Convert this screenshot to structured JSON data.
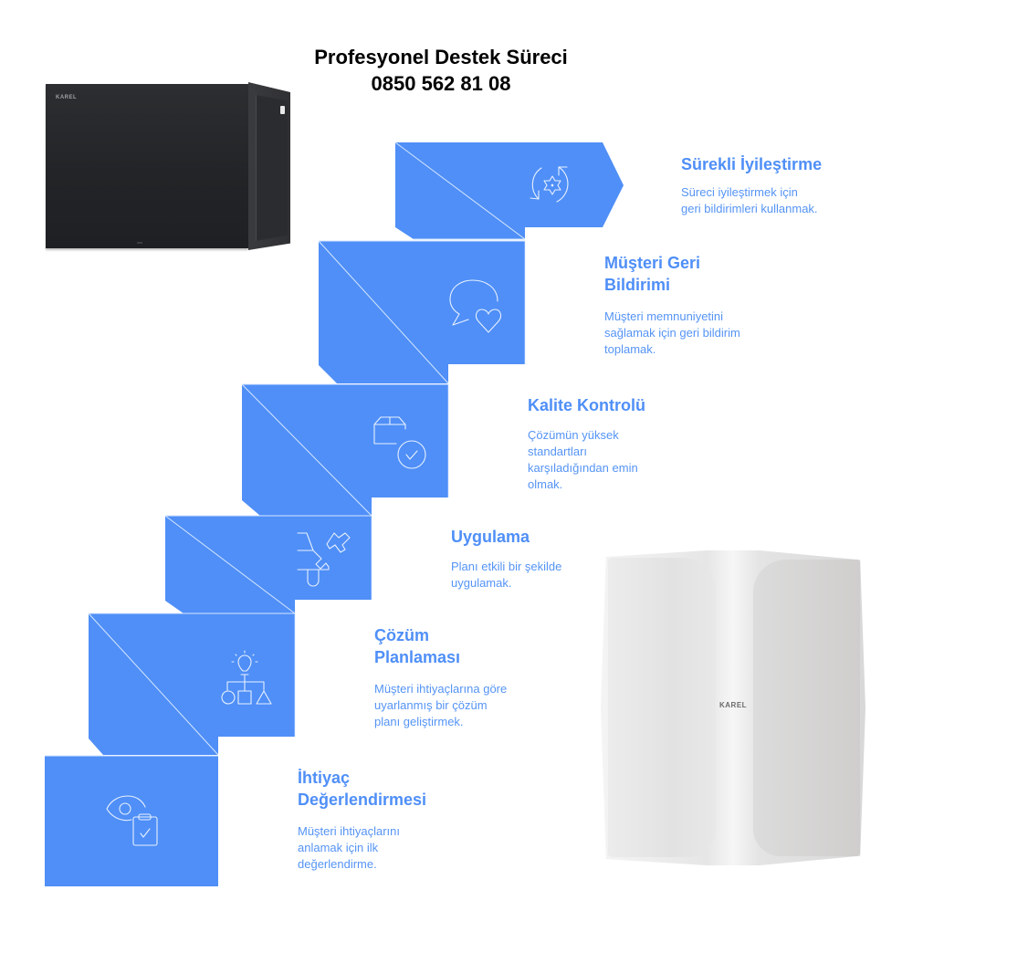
{
  "header": {
    "title": "Profesyonel Destek Süreci",
    "phone": "0850 562 81 08"
  },
  "colors": {
    "step_fill": "#4f8ff7",
    "step_line": "#d6e6ff",
    "icon_stroke": "#e8f0ff",
    "heading_text": "#4f8ff7",
    "body_text": "#5594f5",
    "title_text": "#000000"
  },
  "steps": [
    {
      "order": 1,
      "icon": "eye-clipboard-check-icon",
      "title_lines": [
        "İhtiyaç",
        "Değerlendirmesi"
      ],
      "description_lines": [
        "Müşteri ihtiyaçlarını",
        "anlamak için ilk",
        "değerlendirme."
      ]
    },
    {
      "order": 2,
      "icon": "lightbulb-hierarchy-shapes-icon",
      "title_lines": [
        "Çözüm",
        "Planlaması"
      ],
      "description_lines": [
        "Müşteri ihtiyaçlarına göre",
        "uyarlanmış bir çözüm",
        "planı geliştirmek."
      ]
    },
    {
      "order": 3,
      "icon": "robotic-arm-icon",
      "title_lines": [
        "Uygulama"
      ],
      "description_lines": [
        "Planı etkili bir şekilde",
        "uygulamak."
      ]
    },
    {
      "order": 4,
      "icon": "box-check-icon",
      "title_lines": [
        "Kalite Kontrolü"
      ],
      "description_lines": [
        "Çözümün yüksek",
        "standartları",
        "karşıladığından emin",
        "olmak."
      ]
    },
    {
      "order": 5,
      "icon": "chat-heart-icon",
      "title_lines": [
        "Müşteri Geri",
        "Bildirimi"
      ],
      "description_lines": [
        "Müşteri memnuniyetini",
        "sağlamak için geri bildirim",
        "toplamak."
      ]
    },
    {
      "order": 6,
      "icon": "gear-refresh-icon",
      "title_lines": [
        "Sürekli İyileştirme"
      ],
      "description_lines": [
        "Süreci iyileştirmek için",
        "geri bildirimleri kullanmak."
      ]
    }
  ],
  "products": {
    "cabinet_logo": "KAREL",
    "wireless_logo": "KAREL"
  }
}
